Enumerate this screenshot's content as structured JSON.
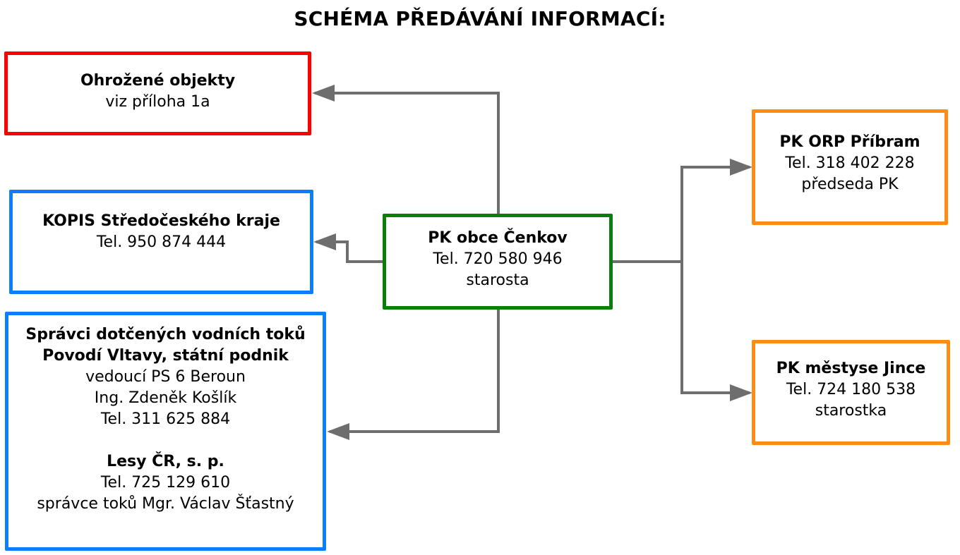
{
  "title": "SCHÉMA PŘEDÁVÁNÍ INFORMACÍ:",
  "colors": {
    "red": "#ff0000",
    "blue": "#0a7eff",
    "green": "#0b7d0b",
    "orange": "#ff8c14",
    "connector": "#6e6e6e"
  },
  "nodes": {
    "ohrozene": {
      "title": "Ohrožené objekty",
      "line1": "viz příloha 1a"
    },
    "kopis": {
      "title": "KOPIS Středočeského kraje",
      "phone": "Tel. 950 874 444"
    },
    "spravci": {
      "title1": "Správci dotčených vodních toků",
      "title2": "Povodí Vltavy, státní podnik",
      "line1": "vedoucí PS 6 Beroun",
      "line2": "Ing. Zdeněk Košlík",
      "phone1": "Tel. 311 625 884",
      "title3": "Lesy ČR, s. p.",
      "phone2": "Tel. 725 129 610",
      "line3": "správce toků Mgr. Václav Šťastný"
    },
    "cenkov": {
      "title": "PK obce Čenkov",
      "phone": "Tel. 720 580 946",
      "role": "starosta"
    },
    "orp": {
      "title": "PK ORP Příbram",
      "phone": "Tel. 318 402 228",
      "role": "předseda PK"
    },
    "jince": {
      "title": "PK městyse Jince",
      "phone": "Tel. 724 180 538",
      "role": "starostka"
    }
  }
}
